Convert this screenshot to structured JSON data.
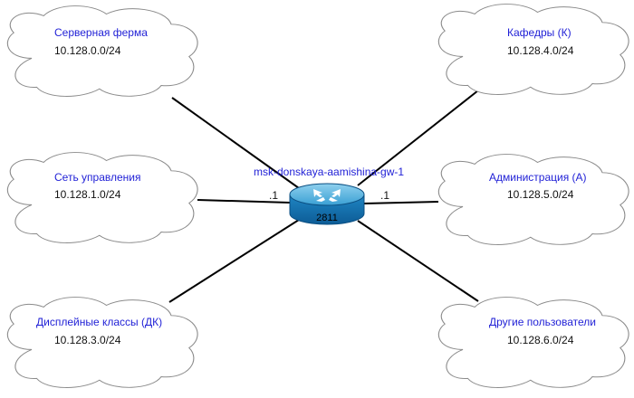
{
  "router": {
    "hostname": "msk-donskaya-aamishina-gw-1",
    "model": "2811",
    "left_interface": ".1",
    "right_interface": ".1"
  },
  "networks": [
    {
      "name": "Серверная ферма",
      "subnet": "10.128.0.0/24"
    },
    {
      "name": "Сеть управления",
      "subnet": "10.128.1.0/24"
    },
    {
      "name": "Дисплейные классы (ДК)",
      "subnet": "10.128.3.0/24"
    },
    {
      "name": "Кафедры (К)",
      "subnet": "10.128.4.0/24"
    },
    {
      "name": "Администрация (А)",
      "subnet": "10.128.5.0/24"
    },
    {
      "name": "Другие пользователи",
      "subnet": "10.128.6.0/24"
    }
  ]
}
